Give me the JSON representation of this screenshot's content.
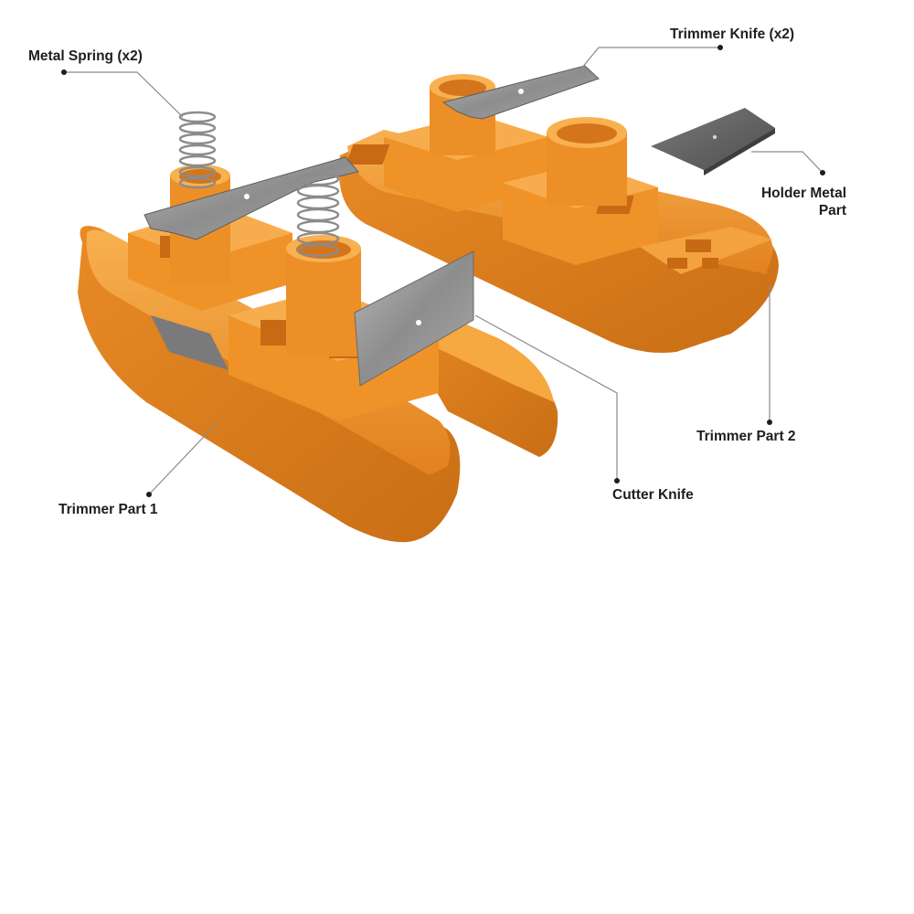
{
  "labels": {
    "metal_spring": "Metal Spring (x2)",
    "trimmer_knife": "Trimmer Knife (x2)",
    "holder_metal_part_line1": "Holder Metal",
    "holder_metal_part_line2": "Part",
    "trimmer_part_2": "Trimmer Part 2",
    "cutter_knife": "Cutter Knife",
    "trimmer_part_1": "Trimmer Part 1"
  },
  "colors": {
    "plastic": "#f29a2e",
    "plastic_dark": "#d9791b",
    "plastic_light": "#f8b150",
    "metal": "#9b9b9b",
    "metal_dark": "#6d6d6d",
    "label_text": "#1e1e1e"
  }
}
